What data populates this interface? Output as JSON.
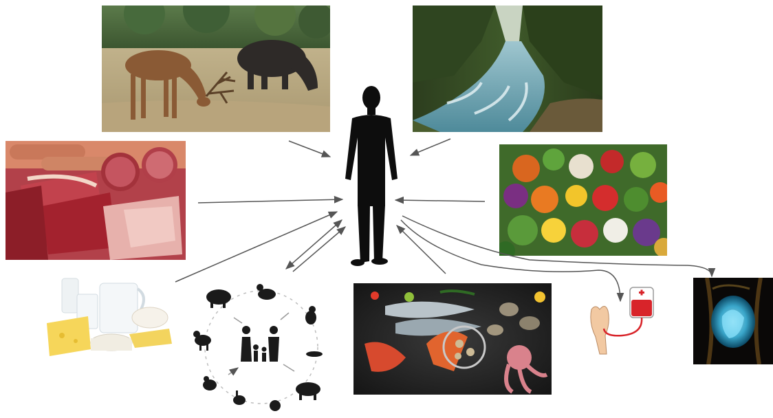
{
  "diagram": {
    "center": {
      "icon": "human-silhouette-icon"
    },
    "sources": [
      {
        "id": "wildlife",
        "icon": "deer-and-wild-boar-photo",
        "relation": "to-human"
      },
      {
        "id": "river",
        "icon": "forest-river-photo",
        "relation": "to-human"
      },
      {
        "id": "meat",
        "icon": "meat-and-sausages-photo",
        "relation": "to-human"
      },
      {
        "id": "vegetables",
        "icon": "fruits-and-vegetables-photo",
        "relation": "to-human"
      },
      {
        "id": "dairy",
        "icon": "milk-and-cheese-photo",
        "relation": "to-human"
      },
      {
        "id": "animals",
        "icon": "domestic-animals-family-cycle-icon",
        "relation": "bidirectional"
      },
      {
        "id": "seafood",
        "icon": "seafood-photo",
        "relation": "to-human"
      },
      {
        "id": "blood",
        "icon": "blood-transfusion-icon",
        "relation": "from-human"
      },
      {
        "id": "pregnancy",
        "icon": "fetus-in-womb-xray",
        "relation": "from-human"
      }
    ],
    "colors": {
      "arrow": "#555555",
      "fetus": "#5ad3f5",
      "blood": "#d8242a"
    }
  }
}
